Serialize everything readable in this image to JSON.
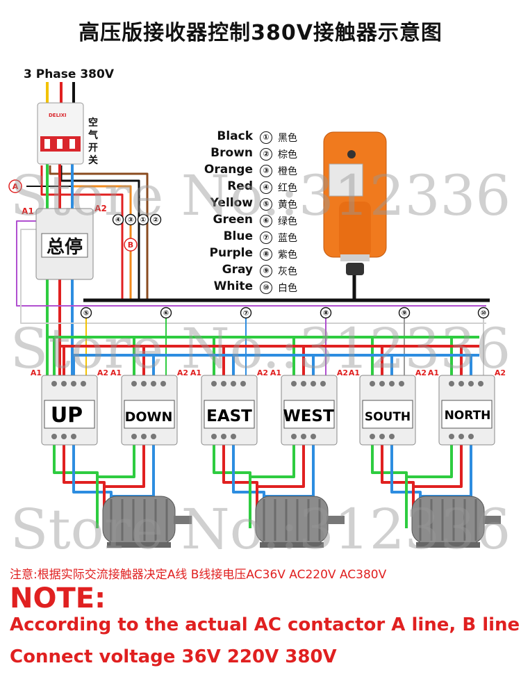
{
  "title": "高压版接收器控制380V接触器示意图",
  "phase_label": "3 Phase 380V",
  "breaker_label": "空气开关",
  "main_contactor_label": "总停",
  "line_a": "A",
  "line_b": "B",
  "terminal_a1": "A1",
  "terminal_a2": "A2",
  "legend": [
    {
      "num": "①",
      "en": "Black",
      "cn": "黑色"
    },
    {
      "num": "②",
      "en": "Brown",
      "cn": "棕色"
    },
    {
      "num": "③",
      "en": "Orange",
      "cn": "橙色"
    },
    {
      "num": "④",
      "en": "Red",
      "cn": "红色"
    },
    {
      "num": "⑤",
      "en": "Yellow",
      "cn": "黄色"
    },
    {
      "num": "⑥",
      "en": "Green",
      "cn": "绿色"
    },
    {
      "num": "⑦",
      "en": "Blue",
      "cn": "蓝色"
    },
    {
      "num": "⑧",
      "en": "Purple",
      "cn": "紫色"
    },
    {
      "num": "⑨",
      "en": "Gray",
      "cn": "灰色"
    },
    {
      "num": "⑩",
      "en": "White",
      "cn": "白色"
    }
  ],
  "top_terminals": [
    "④",
    "③",
    "①",
    "②"
  ],
  "bus_terminals": [
    "⑤",
    "⑥",
    "⑦",
    "⑧",
    "⑨",
    "⑩"
  ],
  "contactors": [
    "UP",
    "DOWN",
    "EAST",
    "WEST",
    "SOUTH",
    "NORTH"
  ],
  "watermark": "Store No.:312336",
  "note_cn": "注意:根据实际交流接触器决定A线 B线接电压AC36V AC220V AC380V",
  "note_heading": "NOTE:",
  "note_line1": "According to the actual AC contactor A line, B line",
  "note_line2": "Connect voltage 36V 220V 380V",
  "colors": {
    "black": "#111111",
    "brown": "#8a4b1f",
    "orange": "#f08a1c",
    "red": "#e02020",
    "yellow": "#f2c200",
    "green": "#2ecc40",
    "blue": "#2d8de0",
    "purple": "#b04fd0",
    "gray": "#999999",
    "white": "#ffffff",
    "remote": "#f07a1e",
    "note": "#e02020"
  }
}
